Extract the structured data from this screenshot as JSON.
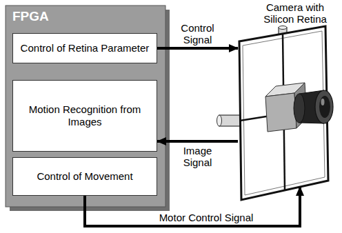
{
  "diagram": {
    "nodes": [
      {
        "text": [
          "FPGA"
        ]
      },
      {
        "text": [
          "Control of Retina Parameter"
        ],
        "in": 0
      },
      {
        "text": [
          "Motion Recognition from Images"
        ],
        "in": 0
      },
      {
        "text": [
          "Control of Movement"
        ],
        "in": 0
      },
      {
        "text": [
          "Camera with Silicon Retina"
        ]
      }
    ],
    "edges": [
      {
        "from": 1,
        "to": 4,
        "label": "Control Signal",
        "arrow": "to"
      },
      {
        "from": 4,
        "to": 2,
        "label": "Image Signal",
        "arrow": "to"
      },
      {
        "from": 3,
        "to": 4,
        "label": "Motor Control Signal",
        "arrow": "to"
      }
    ]
  }
}
